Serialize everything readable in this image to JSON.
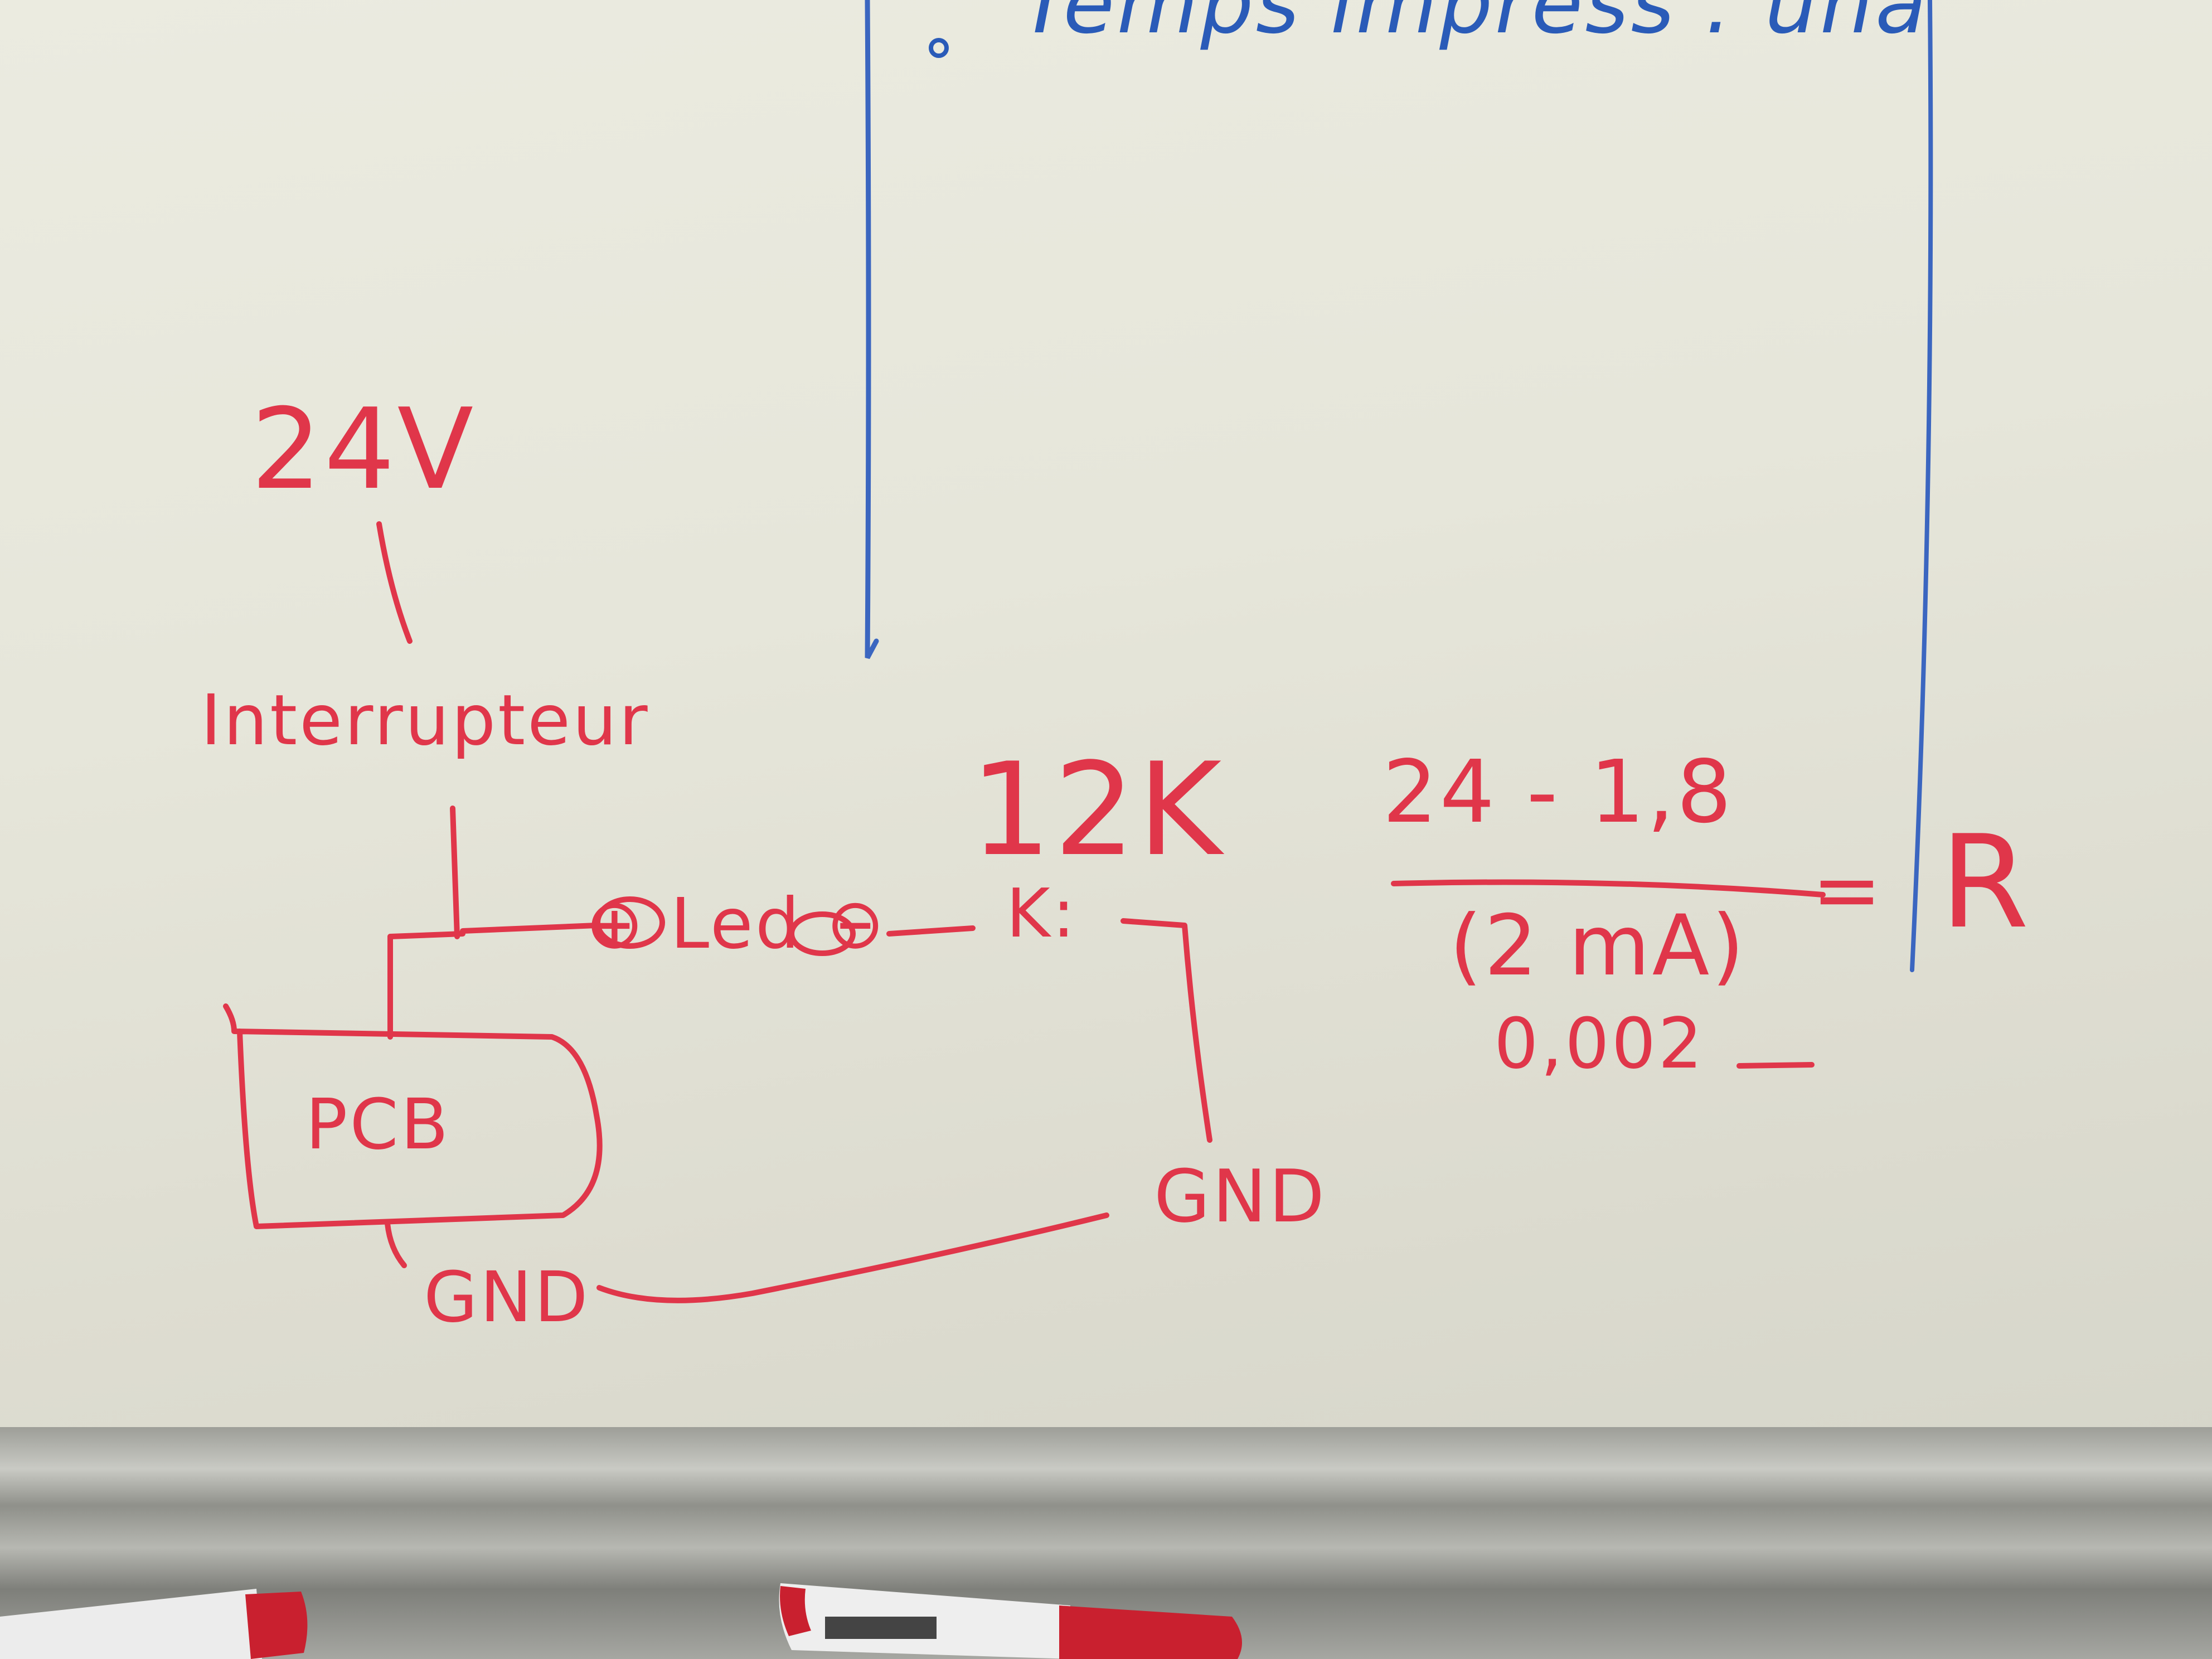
{
  "board": {
    "blue_note": "Temps impress : una",
    "supply_voltage": "24V",
    "switch_label": "Interrupteur",
    "led_label": "⊕ Led ⊖",
    "resistor_value": "12K",
    "resistor_label": "K:",
    "controller_label": "PCB",
    "ground_left": "GND",
    "ground_right": "GND",
    "formula_numerator": "24 - 1,8",
    "formula_denominator": "(2 mA)",
    "formula_equals": "=",
    "formula_result": "R",
    "formula_decimal": "0,002"
  },
  "colors": {
    "red_ink": "#e0364a",
    "blue_ink": "#2a5bb8",
    "board": "#e6e6da",
    "tray": "#a6a7a2"
  }
}
